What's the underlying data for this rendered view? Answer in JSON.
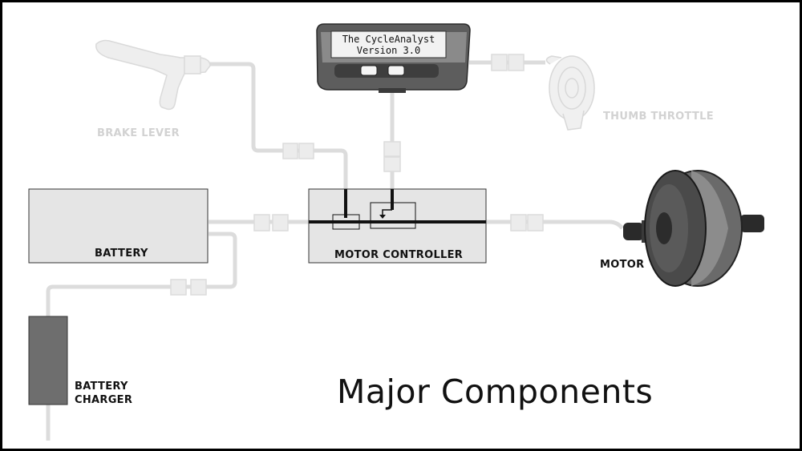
{
  "title": "Major Components",
  "labels": {
    "brake_lever": "BRAKE LEVER",
    "thumb_throttle": "THUMB THROTTLE",
    "battery": "BATTERY",
    "motor_controller": "MOTOR CONTROLLER",
    "motor": "MOTOR",
    "battery_charger_line1": "BATTERY",
    "battery_charger_line2": "CHARGER"
  },
  "display": {
    "line1": "The CycleAnalyst",
    "line2": "Version 3.0"
  },
  "colors": {
    "wire_faint": "#dcdcdc",
    "wire_dark": "#111111",
    "box_fill": "#e5e5e5",
    "charger_fill": "#6e6e6e"
  }
}
